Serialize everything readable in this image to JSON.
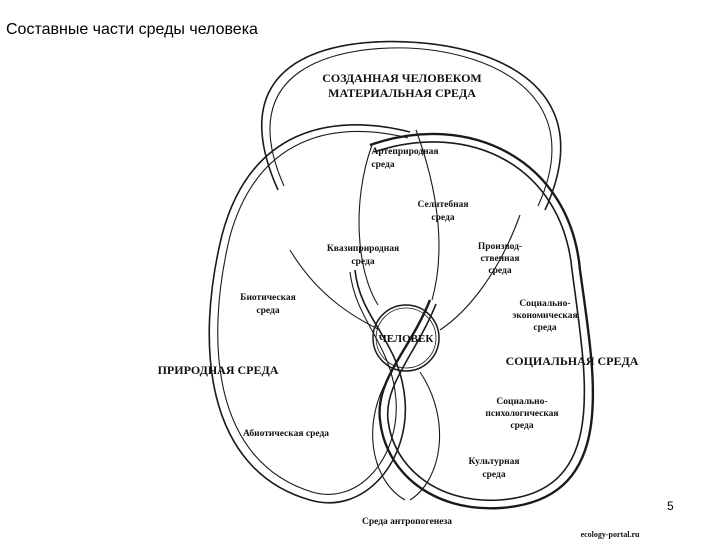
{
  "slide": {
    "title": "Составные части среды человека",
    "page_number": "5"
  },
  "diagram": {
    "created_env_line1": "СОЗДАННАЯ ЧЕЛОВЕКОМ",
    "created_env_line2": "МАТЕРИАЛЬНАЯ СРЕДА",
    "natural_env": "ПРИРОДНАЯ СРЕДА",
    "social_env": "СОЦИАЛЬНАЯ СРЕДА",
    "human": "ЧЕЛОВЕК",
    "artenatural_line1": "Артеприродная",
    "artenatural_line2": "среда",
    "residential_line1": "Селитебная",
    "residential_line2": "среда",
    "quasinatural_line1": "Квазиприродная",
    "quasinatural_line2": "среда",
    "industrial_line1": "Производ-",
    "industrial_line2": "ственная",
    "industrial_line3": "среда",
    "biotic_line1": "Биотическая",
    "biotic_line2": "среда",
    "socioeconomic_line1": "Социально-",
    "socioeconomic_line2": "экономическая",
    "socioeconomic_line3": "среда",
    "abiotic": "Абиотическая среда",
    "sociopsych_line1": "Социально-",
    "sociopsych_line2": "психологическая",
    "sociopsych_line3": "среда",
    "cultural_line1": "Культурная",
    "cultural_line2": "среда",
    "anthropogenesis": "Среда антропогенеза",
    "watermark": "ecology-portal.ru"
  }
}
